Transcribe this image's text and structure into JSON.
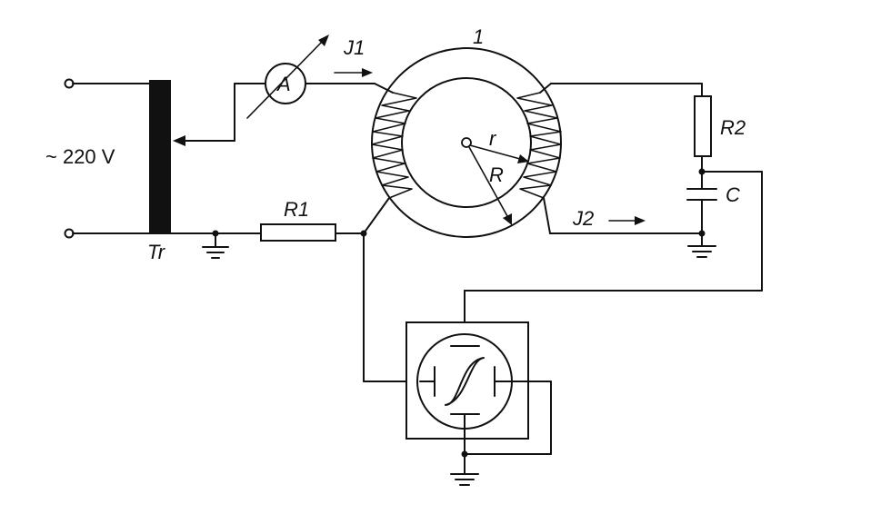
{
  "labels": {
    "mains_voltage": "~ 220 V",
    "transformer": "Tr",
    "ammeter": "A",
    "current_1": "J1",
    "current_2": "J2",
    "toroid_number": "1",
    "resistor_1": "R1",
    "resistor_2": "R2",
    "capacitor": "C",
    "inner_radius": "r",
    "outer_radius": "R"
  }
}
